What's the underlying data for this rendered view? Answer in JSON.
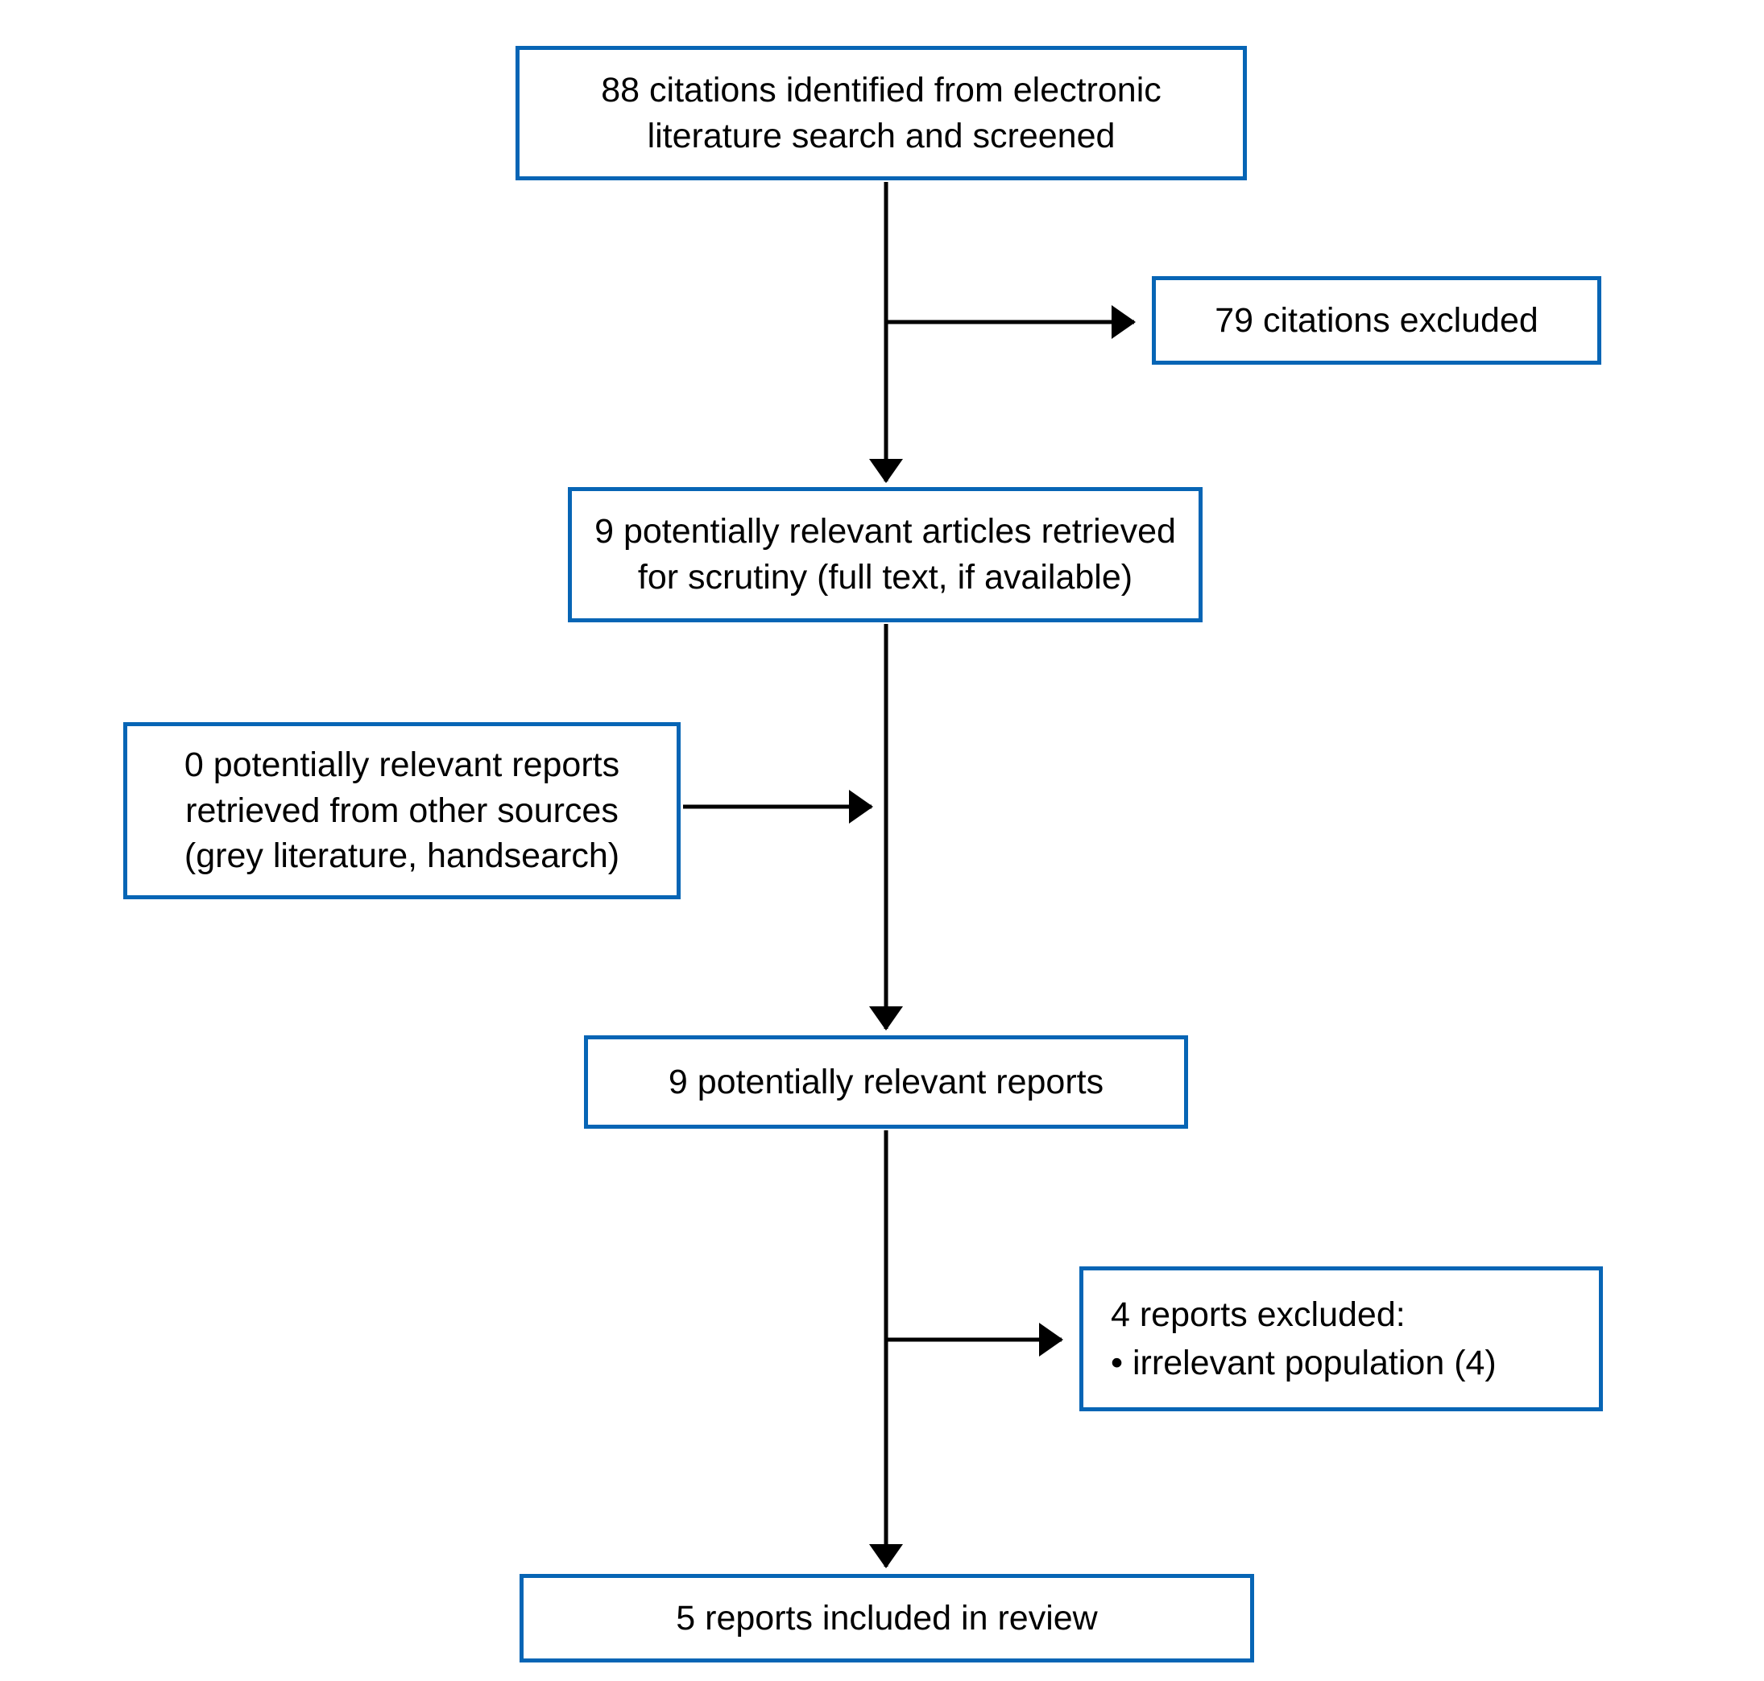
{
  "diagram": {
    "type": "flowchart",
    "accent_color": "#0765b5",
    "arrow_color": "#000000",
    "nodes": {
      "identified": {
        "text": "88 citations identified from electronic\nliterature search and screened"
      },
      "excluded_citations": {
        "text": "79 citations excluded"
      },
      "retrieved": {
        "text": "9 potentially relevant articles retrieved\nfor scrutiny (full text, if available)"
      },
      "other_sources": {
        "text": "0 potentially relevant reports\nretrieved from other sources\n(grey literature, handsearch)"
      },
      "relevant_reports": {
        "text": "9 potentially relevant reports"
      },
      "excluded_reports": {
        "text": "4 reports excluded:\n• irrelevant population (4)"
      },
      "included": {
        "text": "5 reports included in review"
      }
    },
    "edges": [
      {
        "from": "identified",
        "to": "retrieved"
      },
      {
        "from": "identified",
        "to": "excluded_citations"
      },
      {
        "from": "retrieved",
        "to": "relevant_reports"
      },
      {
        "from": "other_sources",
        "to": "relevant_reports"
      },
      {
        "from": "relevant_reports",
        "to": "included"
      },
      {
        "from": "relevant_reports",
        "to": "excluded_reports"
      }
    ]
  }
}
